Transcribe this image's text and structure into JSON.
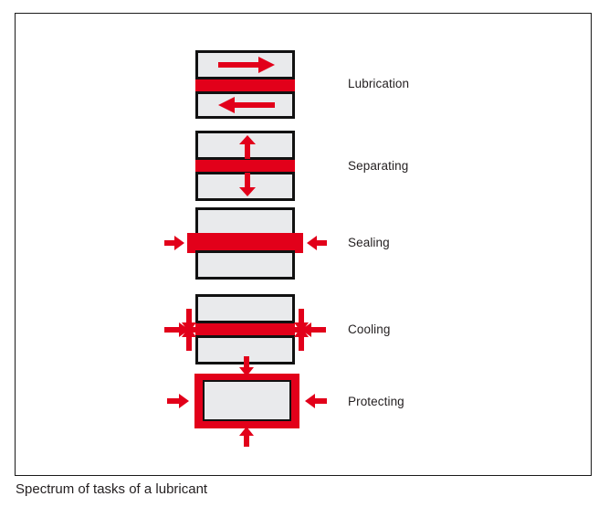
{
  "figure": {
    "caption": "Spectrum of tasks of a lubricant",
    "colors": {
      "lubricant_red": "#e2001a",
      "body_gray": "#e9eaec",
      "outline_black": "#111111",
      "frame_border": "#1a1a1a",
      "text": "#231f20",
      "background": "#ffffff"
    },
    "rows": [
      {
        "id": "lubrication",
        "label": "Lubrication",
        "icon_name": "two-surfaces-sliding-opposite-directions-icon",
        "arrows": [
          {
            "name": "arrow-right-upper-body",
            "direction": "right"
          },
          {
            "name": "arrow-left-lower-body",
            "direction": "left"
          }
        ],
        "description_parts": [
          "upper block",
          "lubricant film",
          "lower block"
        ]
      },
      {
        "id": "separating",
        "label": "Separating",
        "icon_name": "two-surfaces-pushed-apart-icon",
        "arrows": [
          {
            "name": "arrow-up-upper-body",
            "direction": "up"
          },
          {
            "name": "arrow-down-lower-body",
            "direction": "down"
          }
        ],
        "description_parts": [
          "upper block",
          "lubricant film",
          "lower block"
        ]
      },
      {
        "id": "sealing",
        "label": "Sealing",
        "icon_name": "lubricant-film-sealing-gap-icon",
        "arrows": [
          {
            "name": "arrow-right-into-gap-left-side",
            "direction": "right"
          },
          {
            "name": "arrow-left-into-gap-right-side",
            "direction": "left"
          }
        ],
        "description_parts": [
          "upper block",
          "sealing lubricant plug",
          "lower block"
        ]
      },
      {
        "id": "cooling",
        "label": "Cooling",
        "icon_name": "heat-radiating-from-lubricant-film-icon",
        "arrows": [
          {
            "name": "arrow-burst-left",
            "direction": "left-fan"
          },
          {
            "name": "arrow-burst-right",
            "direction": "right-fan"
          }
        ],
        "description_parts": [
          "upper block",
          "lubricant film",
          "lower block"
        ]
      },
      {
        "id": "protecting",
        "label": "Protecting",
        "icon_name": "lubricant-coating-protecting-body-icon",
        "arrows": [
          {
            "name": "arrow-down-from-top",
            "direction": "down"
          },
          {
            "name": "arrow-right-from-left",
            "direction": "right"
          },
          {
            "name": "arrow-left-from-right",
            "direction": "left"
          },
          {
            "name": "arrow-up-from-bottom",
            "direction": "up"
          }
        ],
        "description_parts": [
          "protective lubricant layer",
          "enclosed body"
        ]
      }
    ]
  }
}
